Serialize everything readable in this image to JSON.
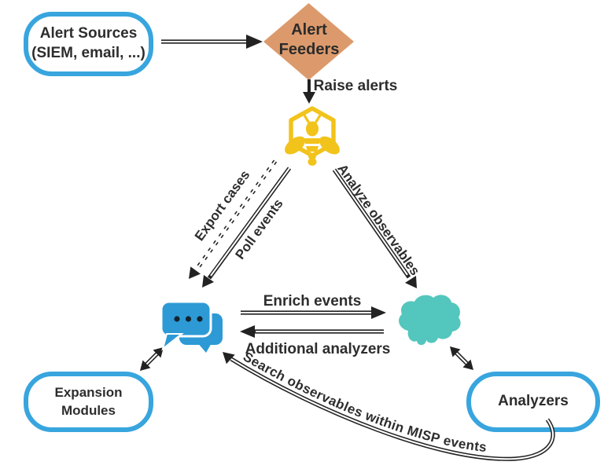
{
  "diagram": {
    "nodes": {
      "alert_sources": {
        "line1": "Alert Sources",
        "line2": "(SIEM, email, ...)"
      },
      "alert_feeders": {
        "line1": "Alert",
        "line2": "Feeders"
      },
      "expansion_modules": {
        "label": "Expansion Modules"
      },
      "analyzers": {
        "label": "Analyzers"
      }
    },
    "icons": {
      "thehive": "bee-icon",
      "misp": "chat-bubbles-icon",
      "cortex": "brain-icon"
    },
    "labels": {
      "raise_alerts": "Raise alerts",
      "export_cases": "Export cases",
      "poll_events": "Poll events",
      "analyze_observables": "Analyze observables",
      "enrich_events": "Enrich events",
      "additional_analyzers": "Additional analyzers",
      "search_observables": "Search observables within MISP events"
    },
    "colors": {
      "box_border_blue": "#38A5DE",
      "diamond_orange": "#DC9A6C",
      "bee_yellow": "#F2C31B",
      "chat_blue": "#2D9AD6",
      "brain_teal": "#53C6BD",
      "arrow_black": "#222222",
      "text_dark": "#2D2D2D"
    }
  }
}
